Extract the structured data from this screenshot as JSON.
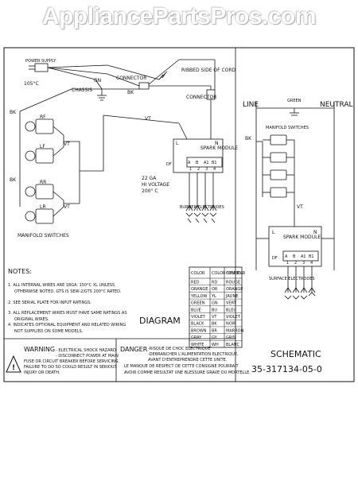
{
  "watermark": "AppliancePartsPros.com",
  "diagram": {
    "labels": {
      "power_supply": "POWER SUPPLY",
      "temp_105": "105°C",
      "gn": "GN",
      "chassis": "CHASSIS",
      "connector_top": "CONNECTOR",
      "ribbed_side": "RIBBED SIDE OF CORD",
      "bk": "BK",
      "connector_right": "CONNECTOR",
      "vt": "VT",
      "spark_module": "SPARK MODULE",
      "l": "L",
      "n": "N",
      "terminals": [
        "A",
        "B",
        "A1",
        "B1"
      ],
      "term_nums": [
        "1",
        "2",
        "3",
        "4"
      ],
      "df": "DF",
      "hv_ga": "22 GA",
      "hv_voltage": "HI VOLTAGE",
      "hv_temp": "200° C",
      "burner_electrodes": "BURNER ELECTRODES",
      "switches": [
        "RF",
        "LF",
        "RR",
        "LR"
      ],
      "manifold_switches": "MANIFOLD SWITCHES"
    },
    "title": "DIAGRAM"
  },
  "notes": {
    "heading": "NOTES:",
    "items": [
      "1. ALL INTERNAL WIRES ARE 18GA. 150°C XL UNLESS OTHERWISE NOTED. GTS IS SEW-2/GTS 200°C RATED.",
      "2. SEE SERIAL PLATE FOR INPUT RATINGS.",
      "3. ALL REPLACEMENT WIRES MUST HAVE SAME RATINGS AS ORIGINAL WIRES.",
      "4. INDICATES OPTIONAL EQUIPMENT AND RELATED WIRING NOT SUPPLIED ON SOME MODELS."
    ]
  },
  "color_table": {
    "headers": [
      "COLOR",
      "COLOR SYMBOL",
      "COULEUR"
    ],
    "rows": [
      [
        "RED",
        "RD",
        "ROUGE"
      ],
      [
        "ORANGE",
        "OR",
        "ORANGE"
      ],
      [
        "YELLOW",
        "YL",
        "JAUNE"
      ],
      [
        "GREEN",
        "GN",
        "VERT"
      ],
      [
        "BLUE",
        "BU",
        "BLEU"
      ],
      [
        "VIOLET",
        "VT",
        "VIOLET"
      ],
      [
        "BLACK",
        "BK",
        "NOIR"
      ],
      [
        "BROWN",
        "BR",
        "MARRON"
      ],
      [
        "GRAY",
        "GY",
        "GRIS"
      ],
      [
        "WHITE",
        "WH",
        "BLANC"
      ]
    ]
  },
  "warning": {
    "word": "WARNING",
    "lines": [
      "- ELECTRICAL SHOCK HAZARD",
      "- DISCONNECT POWER AT MAIN",
      "FUSE OR CIRCUIT BREAKER BEFORE SERVICING.",
      "FAILURE TO DO SO COULD RESULT IN SERIOUS",
      "INJURY OR DEATH."
    ]
  },
  "danger": {
    "word": "DANGER",
    "lines": [
      "-RISQUE DE CHOC ELECTRIQUE",
      "-DEBRANCHER L'ALIMENTATION ELECTRIQUE,",
      "AVANT D'ENTREPRENDRE CETTE UNITE.",
      "LE MANQUE DE RESPECT DE CETTE CONSIGNE POURRAIT",
      "AVOIR COMME RESULTAT UNE BLESSURE GRAVE OU MORTELLE."
    ]
  },
  "schematic": {
    "line": "LINE",
    "neutral": "NEUTRAL",
    "green": "GREEN",
    "manifold_switches": "MANIFOLD SWITCHES",
    "bk": "BK",
    "vt": "VT",
    "spark_module": "SPARK MODULE",
    "l": "L",
    "n": "N",
    "terminals": [
      "A",
      "B",
      "A1",
      "B1"
    ],
    "term_nums": [
      "1",
      "2",
      "3",
      "4"
    ],
    "df": "DF",
    "surface_electrodes": "SURFACE ELECTRODES",
    "title": "SCHEMATIC",
    "part_number": "35-317134-05-0"
  }
}
